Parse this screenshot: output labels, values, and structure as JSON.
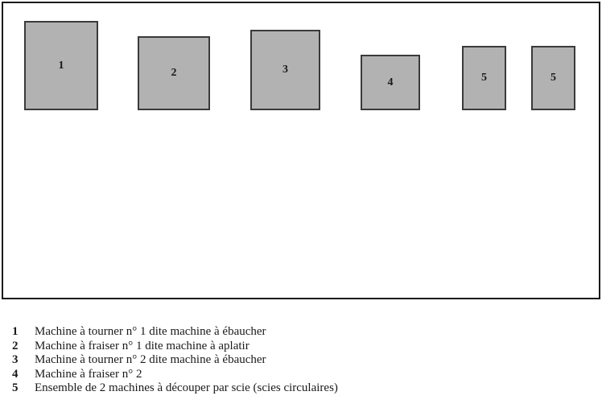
{
  "diagram": {
    "boxes": [
      {
        "label": "1"
      },
      {
        "label": "2"
      },
      {
        "label": "3"
      },
      {
        "label": "4"
      },
      {
        "label": "5"
      },
      {
        "label": "5"
      }
    ]
  },
  "legend": {
    "items": [
      {
        "num": "1",
        "text": "Machine à tourner n° 1 dite machine à ébaucher"
      },
      {
        "num": "2",
        "text": "Machine à fraiser n° 1 dite machine à aplatir"
      },
      {
        "num": "3",
        "text": "Machine à tourner n° 2 dite machine à ébaucher"
      },
      {
        "num": "4",
        "text": "Machine à fraiser n° 2"
      },
      {
        "num": "5",
        "text": "Ensemble de 2 machines à découper par scie (scies circulaires)"
      }
    ]
  },
  "colors": {
    "page_bg": "#ffffff",
    "box_fill": "#b2b2b2",
    "box_border": "#3a3a3a",
    "frame_border": "#1a1a1a"
  }
}
